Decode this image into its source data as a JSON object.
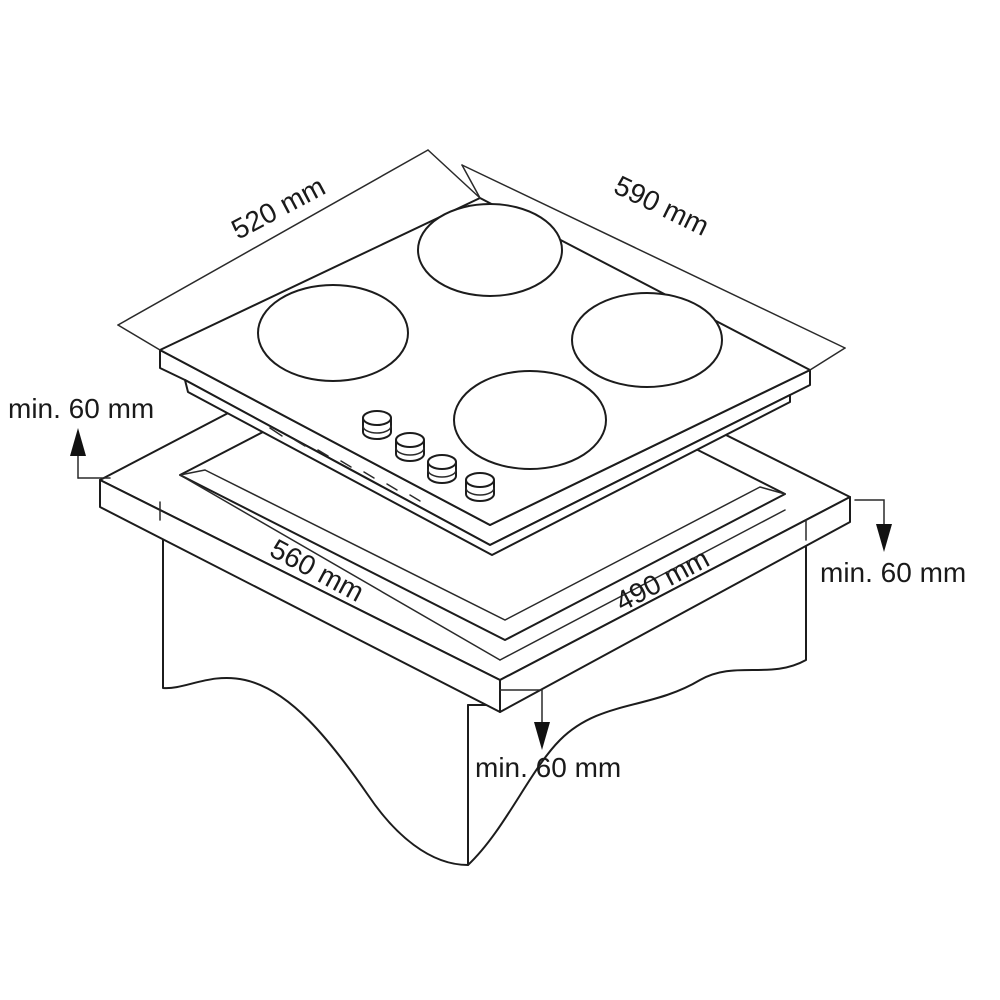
{
  "dimensions": {
    "hob_width": "590 mm",
    "hob_depth": "520 mm",
    "cutout_width": "560 mm",
    "cutout_depth": "490 mm"
  },
  "clearances": {
    "rear": "min. 60 mm",
    "side": "min. 60 mm",
    "front": "min. 60 mm"
  },
  "colors": {
    "line": "#1c1c1c",
    "background": "#ffffff"
  }
}
